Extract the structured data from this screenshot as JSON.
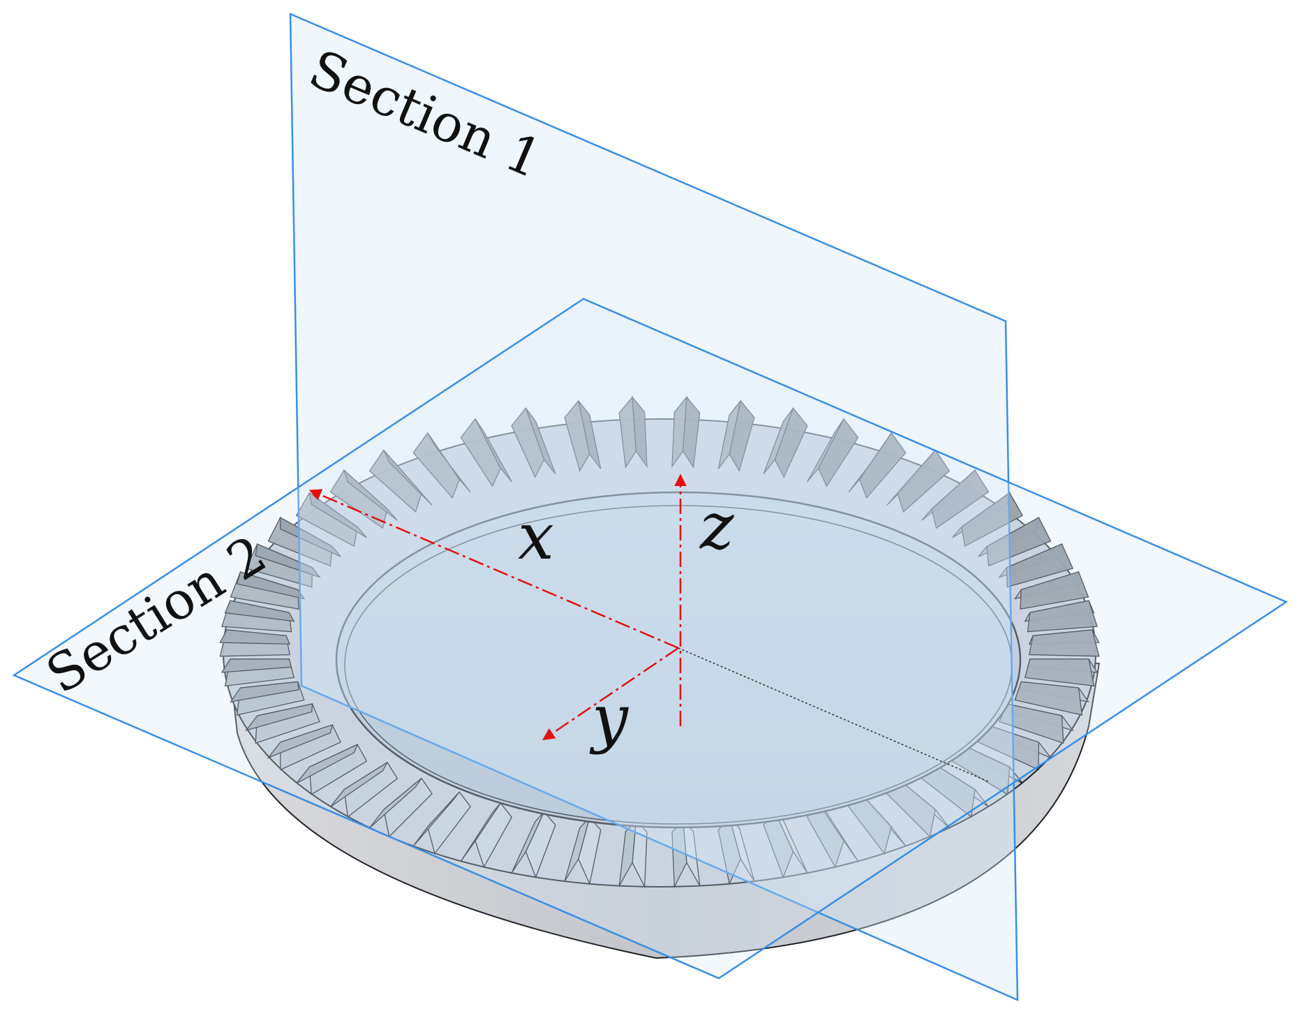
{
  "labels": {
    "section_1": "Section 1",
    "section_2": "Section 2",
    "axis_x": "x",
    "axis_y": "y",
    "axis_z": "z"
  },
  "colors": {
    "plane_edge": "#3a8ee6",
    "plane_fill": "#d6e9fa",
    "axis": "#e41010",
    "gear_body": "#c9cdd3",
    "gear_top": "#b4c5d3",
    "gear_edge": "#1f2226"
  },
  "gear": {
    "tooth_count": 50
  }
}
